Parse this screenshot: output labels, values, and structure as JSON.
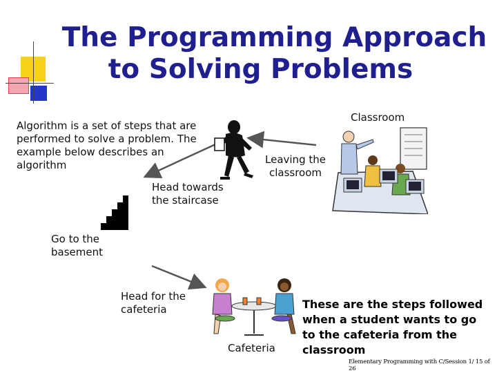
{
  "title": {
    "line1": "The  Programming Approach",
    "line2": "to Solving Problems"
  },
  "intro_text": {
    "line1": "Algorithm is a set of steps  that are",
    "line2": "performed to solve a problem. The",
    "line3": "example below describes an",
    "line4": "algorithm"
  },
  "steps": {
    "classroom": "Classroom",
    "leaving_line1": "Leaving the",
    "leaving_line2": "classroom",
    "staircase_line1": "Head towards",
    "staircase_line2": "the staircase",
    "basement_line1": "Go to the",
    "basement_line2": "basement",
    "cafeteria_head_line1": "Head for the",
    "cafeteria_head_line2": "cafeteria",
    "cafeteria": "Cafeteria"
  },
  "summary": {
    "line1": "These are the steps followed",
    "line2": "when a student wants to go",
    "line3": "to the cafeteria from the",
    "line4": "classroom"
  },
  "footer": "Elementary Programming with C/Session 1/ 15 of 26",
  "colors": {
    "title": "#1f1f8f",
    "deco_yellow": "#f5d000",
    "deco_red": "#e0202a",
    "deco_blue": "#2030c8"
  }
}
